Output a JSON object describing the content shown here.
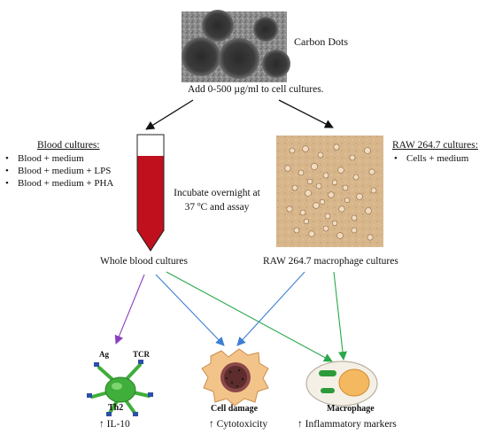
{
  "top": {
    "image_label": "Carbon Dots",
    "caption": "Add  0-500 µg/ml to cell cultures."
  },
  "blood": {
    "title": "Blood cultures:",
    "items": [
      "Blood + medium",
      "Blood + medium + LPS",
      "Blood + medium + PHA"
    ],
    "incubate": [
      "Incubate overnight at",
      "37 ºC and assay"
    ],
    "label": "Whole blood cultures"
  },
  "raw": {
    "title": "RAW 264.7 cultures:",
    "items": [
      "Cells + medium"
    ],
    "label": "RAW 264.7 macrophage cultures"
  },
  "outcomes": {
    "th2": {
      "ag": "Ag",
      "tcr": "TCR",
      "cell": "Th2",
      "result": "↑ IL-10"
    },
    "damage": {
      "cell": "Cell damage",
      "result": "↑ Cytotoxicity"
    },
    "macro": {
      "cell": "Macrophage",
      "result": "↑ Inflammatory markers"
    }
  },
  "colors": {
    "tube_red": "#c0101e",
    "arrow_purple": "#8a3fc0",
    "arrow_blue": "#3c7fd4",
    "arrow_green": "#2aa84a",
    "th2_green": "#3fae3a"
  }
}
